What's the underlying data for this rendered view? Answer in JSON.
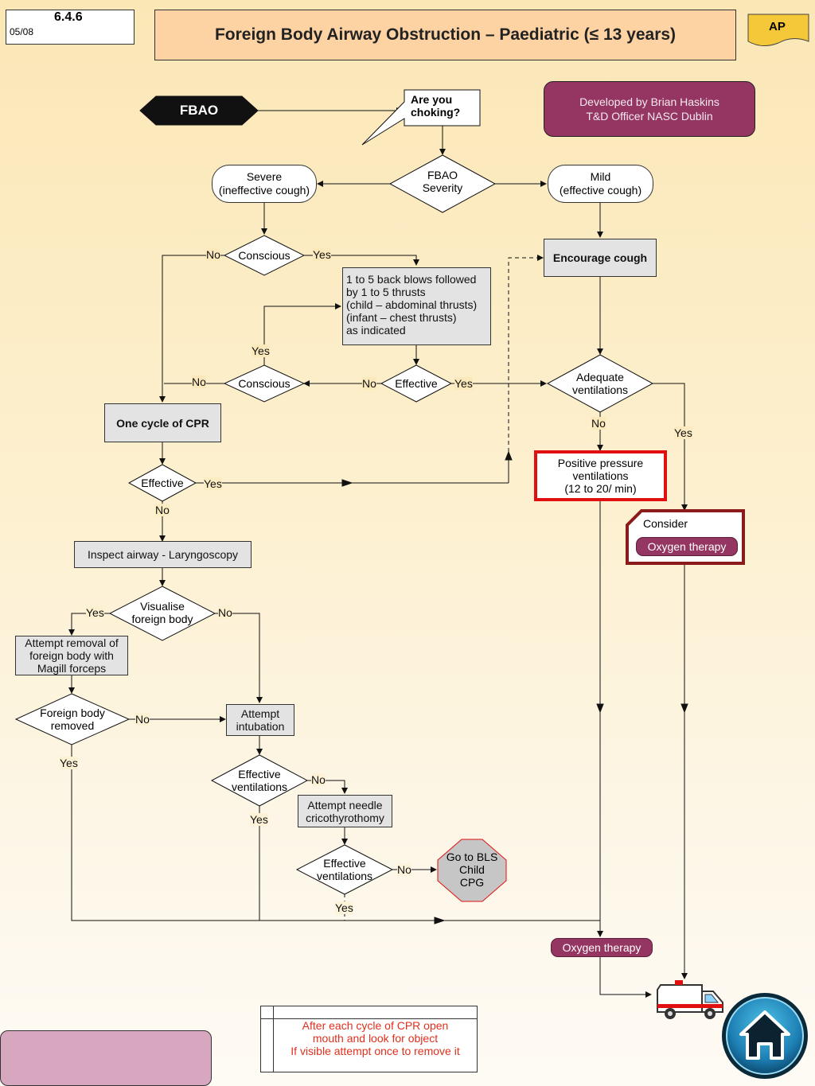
{
  "header": {
    "code": "6.4.6",
    "date": "05/08",
    "title": "Foreign Body Airway Obstruction – Paediatric (≤ 13 years)",
    "level": "AP"
  },
  "developer": {
    "line1": "Developed by Brian Haskins",
    "line2": "T&D Officer NASC Dublin"
  },
  "nodes": {
    "fbao": "FBAO",
    "choking": [
      "Are you",
      "choking?"
    ],
    "severity": [
      "FBAO",
      "Severity"
    ],
    "severe": [
      "Severe",
      "(ineffective cough)"
    ],
    "mild": [
      "Mild",
      "(effective cough)"
    ],
    "conscious1": "Conscious",
    "back_blows": [
      "1 to 5 back blows followed",
      "by 1 to 5 thrusts",
      "(child – abdominal thrusts)",
      "(infant – chest thrusts)",
      "as indicated"
    ],
    "encourage_cough": "Encourage cough",
    "conscious2": "Conscious",
    "effective1": "Effective",
    "adequate": [
      "Adequate",
      "ventilations"
    ],
    "cpr": "One cycle of CPR",
    "effective2": "Effective",
    "ppv": [
      "Positive pressure",
      "ventilations",
      "(12 to 20/ min)"
    ],
    "consider": "Consider",
    "oxygen1": "Oxygen therapy",
    "inspect": "Inspect airway - Laryngoscopy",
    "visualise": [
      "Visualise",
      "foreign body"
    ],
    "removal": [
      "Attempt removal of",
      "foreign body with",
      "Magill forceps"
    ],
    "removed": [
      "Foreign body",
      "removed"
    ],
    "intubation": [
      "Attempt",
      "intubation"
    ],
    "effvent1": [
      "Effective",
      "ventilations"
    ],
    "needle": [
      "Attempt needle",
      "cricothyrothomy"
    ],
    "effvent2": [
      "Effective",
      "ventilations"
    ],
    "bls": [
      "Go to BLS",
      "Child",
      "CPG"
    ],
    "oxygen2": "Oxygen therapy"
  },
  "labels": {
    "yes": "Yes",
    "no": "No"
  },
  "note": {
    "line1": "After each cycle of CPR open",
    "line2": "mouth and look for object",
    "line3": "If visible attempt once to remove it"
  },
  "colors": {
    "title_bg": "#fdd3a4",
    "accent": "#943562",
    "ppv_border": "#e01010",
    "oxygen_border": "#8b1a1a",
    "note_text": "#e0301e",
    "ap_badge": "#f5c83a"
  },
  "icons": [
    "ambulance-icon",
    "home-icon"
  ]
}
